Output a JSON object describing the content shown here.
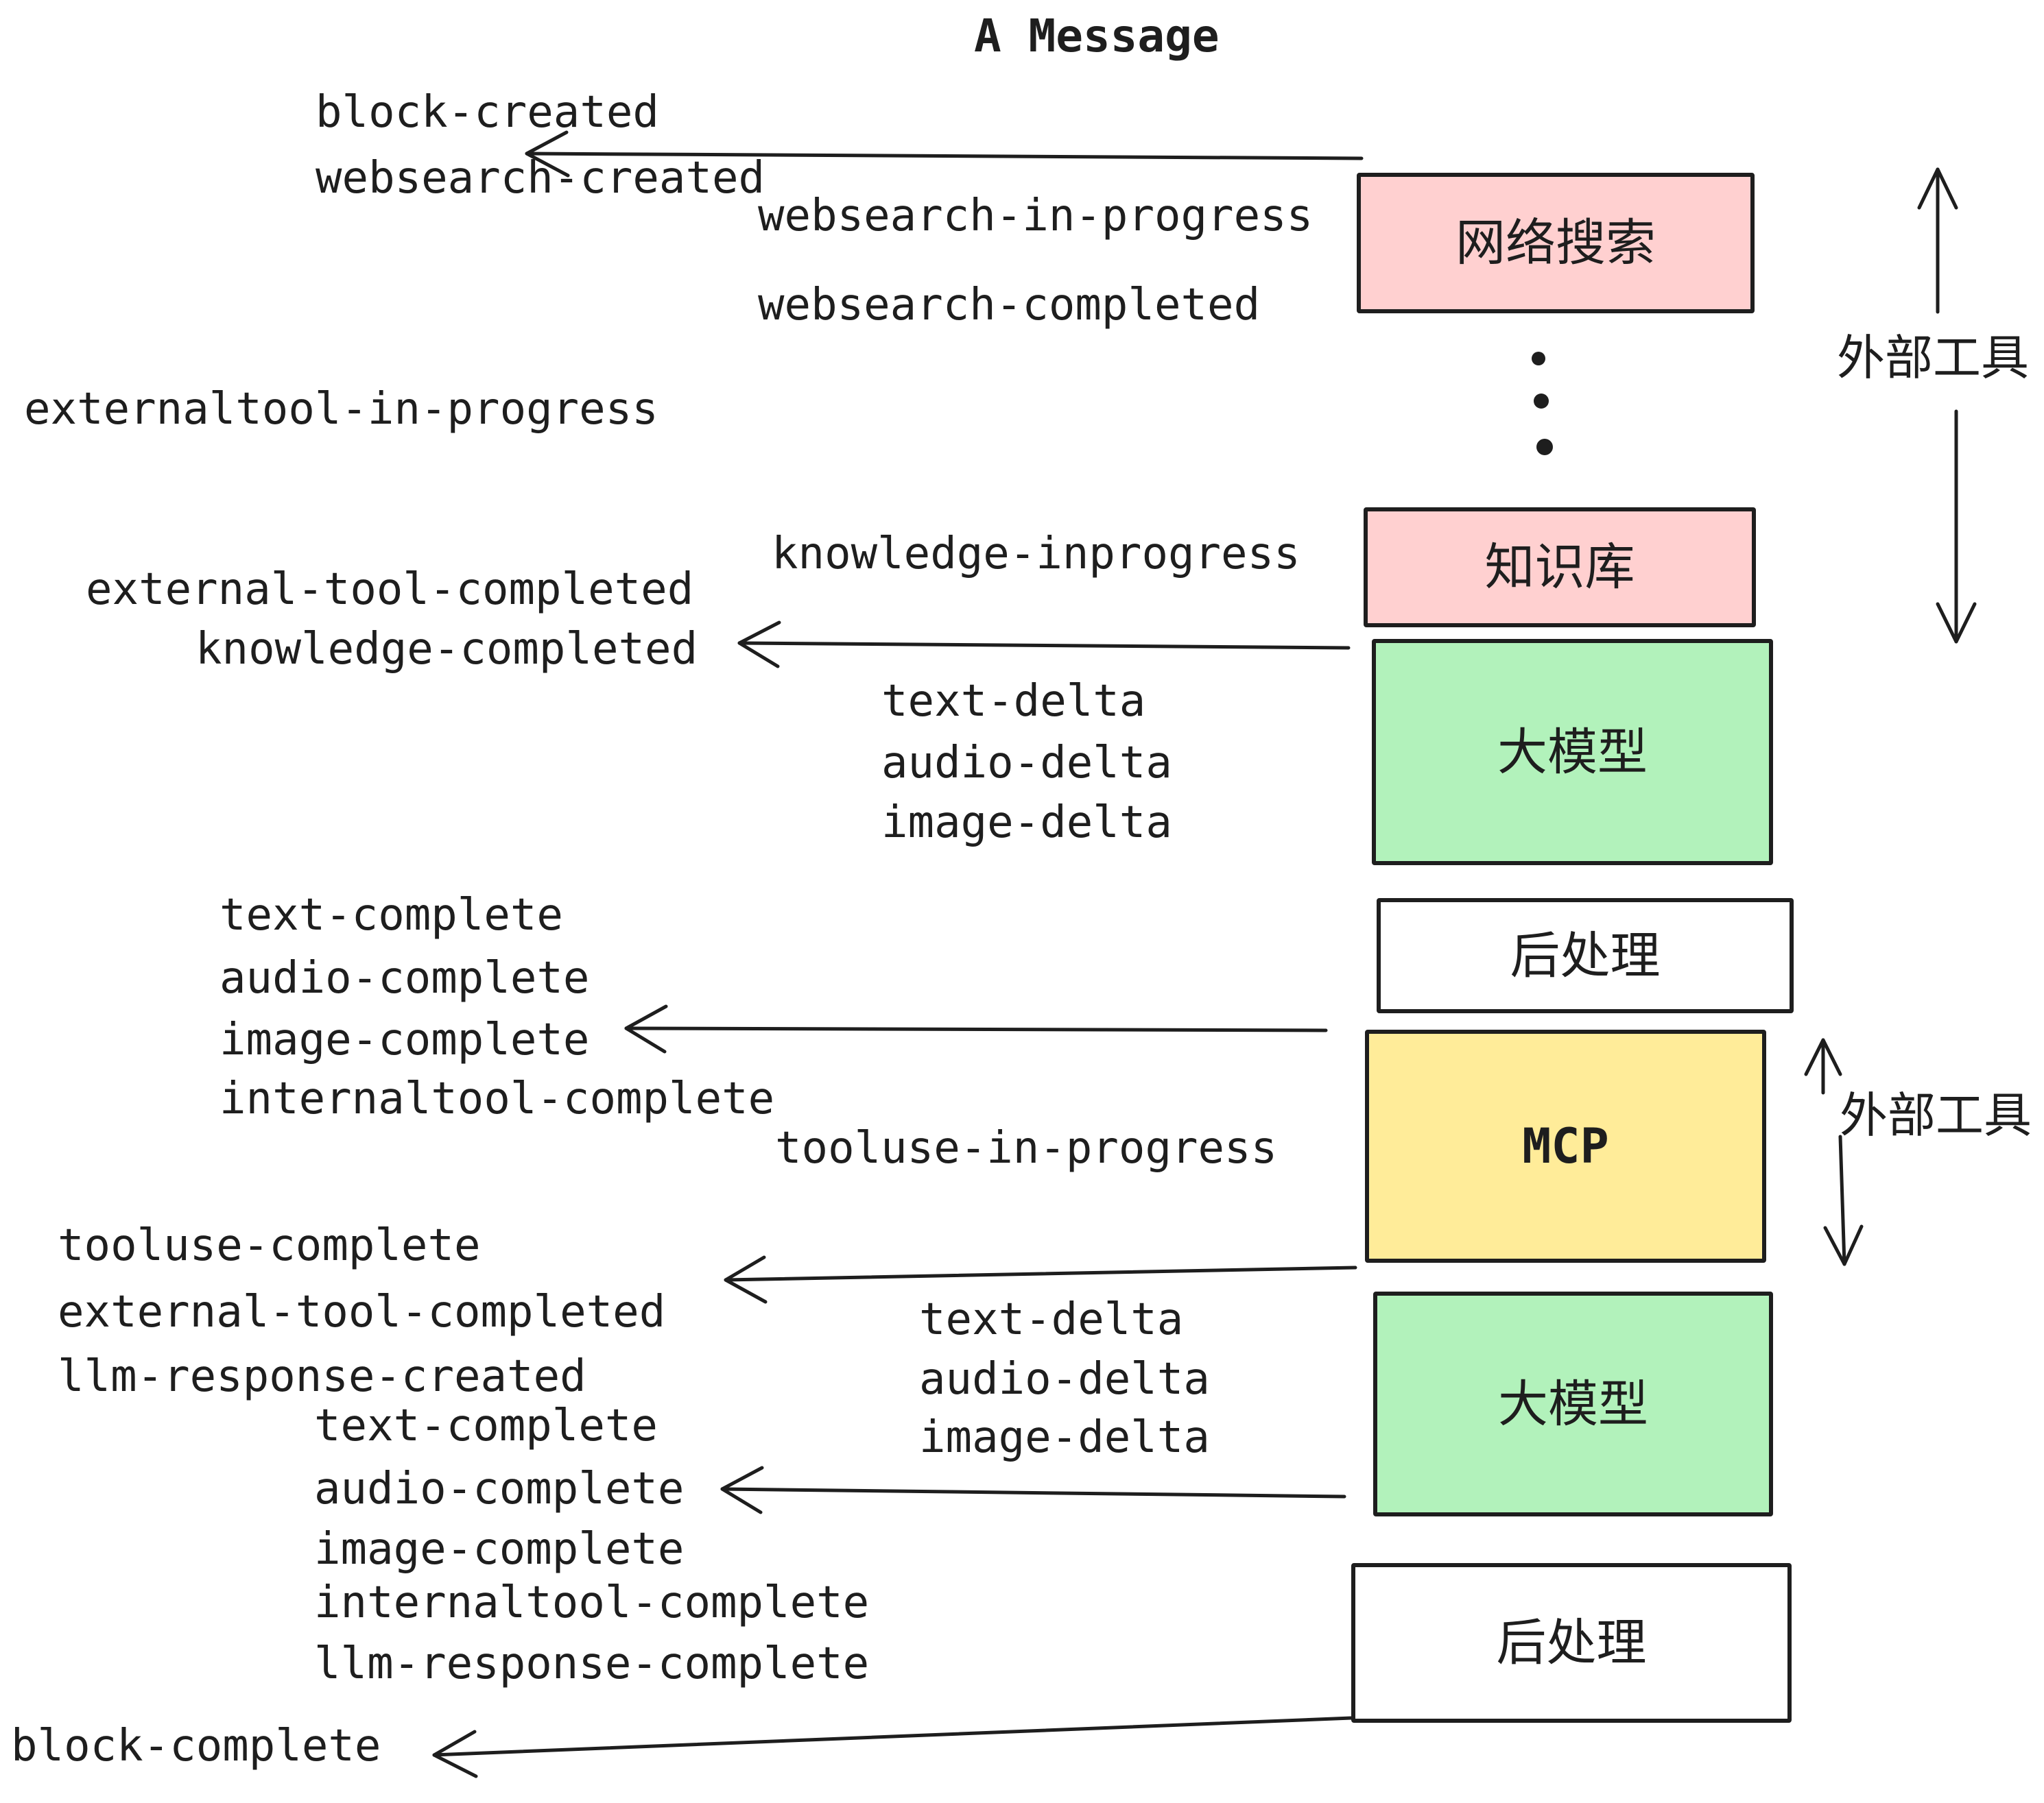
{
  "title": "A Message",
  "colors": {
    "pink": "#ffd0d0",
    "green": "#b2f2bb",
    "yellow": "#ffec99",
    "white": "#ffffff",
    "stroke": "#1e1e1e"
  },
  "boxes": [
    {
      "id": "websearch",
      "label": "网络搜索",
      "fill": "pink"
    },
    {
      "id": "knowledge",
      "label": "知识库",
      "fill": "pink"
    },
    {
      "id": "llm-1",
      "label": "大模型",
      "fill": "green"
    },
    {
      "id": "post-1",
      "label": "后处理",
      "fill": "white"
    },
    {
      "id": "mcp",
      "label": "MCP",
      "fill": "yellow"
    },
    {
      "id": "llm-2",
      "label": "大模型",
      "fill": "green"
    },
    {
      "id": "post-2",
      "label": "后处理",
      "fill": "white"
    }
  ],
  "annotations": {
    "external_tool_top": "外部工具",
    "external_tool_mid": "外部工具"
  },
  "events": {
    "left_top": [
      "block-created",
      "websearch-created"
    ],
    "websearch": [
      "websearch-in-progress",
      "websearch-completed"
    ],
    "externaltool_in_progress": "externaltool-in-progress",
    "knowledge_inprogress": "knowledge-inprogress",
    "external_tool_completed_1": "external-tool-completed",
    "knowledge_completed": "knowledge-completed",
    "deltas_1": [
      "text-delta",
      "audio-delta",
      "image-delta"
    ],
    "completes_1": [
      "text-complete",
      "audio-complete",
      "image-complete",
      "internaltool-complete"
    ],
    "tooluse_in_progress": "tooluse-in-progress",
    "left_tool": [
      "tooluse-complete",
      "external-tool-completed",
      "llm-response-created"
    ],
    "deltas_2": [
      "text-delta",
      "audio-delta",
      "image-delta"
    ],
    "completes_2": [
      "text-complete",
      "audio-complete",
      "image-complete",
      "internaltool-complete",
      "llm-response-complete"
    ],
    "block_complete": "block-complete"
  }
}
